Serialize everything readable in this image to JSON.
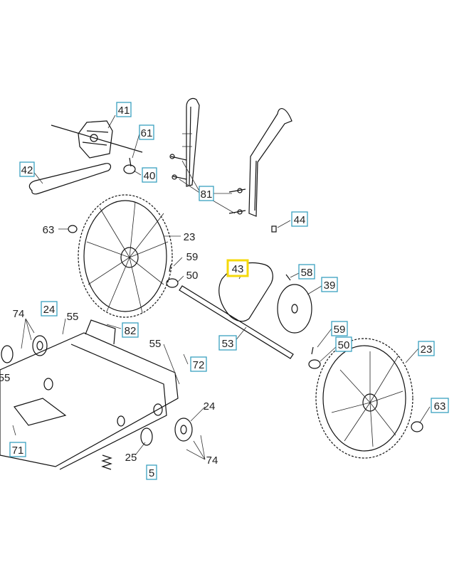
{
  "diagram": {
    "callouts": [
      {
        "id": "c41",
        "label": "41",
        "boxed": true
      },
      {
        "id": "c61",
        "label": "61",
        "boxed": true
      },
      {
        "id": "c42",
        "label": "42",
        "boxed": true
      },
      {
        "id": "c40",
        "label": "40",
        "boxed": true
      },
      {
        "id": "c81",
        "label": "81",
        "boxed": true
      },
      {
        "id": "c44",
        "label": "44",
        "boxed": true
      },
      {
        "id": "c63a",
        "label": "63",
        "boxed": false
      },
      {
        "id": "c23a",
        "label": "23",
        "boxed": false
      },
      {
        "id": "c59a",
        "label": "59",
        "boxed": false
      },
      {
        "id": "c50a",
        "label": "50",
        "boxed": false
      },
      {
        "id": "c43",
        "label": "43",
        "boxed": true,
        "selected": true
      },
      {
        "id": "c58",
        "label": "58",
        "boxed": true
      },
      {
        "id": "c39",
        "label": "39",
        "boxed": true
      },
      {
        "id": "c74a",
        "label": "74",
        "boxed": false
      },
      {
        "id": "c24a",
        "label": "24",
        "boxed": true
      },
      {
        "id": "c55a",
        "label": "55",
        "boxed": false
      },
      {
        "id": "c82",
        "label": "82",
        "boxed": true
      },
      {
        "id": "c53",
        "label": "53",
        "boxed": true
      },
      {
        "id": "c59b",
        "label": "59",
        "boxed": true
      },
      {
        "id": "c55b",
        "label": "55",
        "boxed": false
      },
      {
        "id": "c50b",
        "label": "50",
        "boxed": true
      },
      {
        "id": "c23b",
        "label": "23",
        "boxed": true
      },
      {
        "id": "c72",
        "label": "72",
        "boxed": true
      },
      {
        "id": "c55c",
        "label": "55",
        "boxed": false
      },
      {
        "id": "c24b",
        "label": "24",
        "boxed": false
      },
      {
        "id": "c63b",
        "label": "63",
        "boxed": true
      },
      {
        "id": "c71",
        "label": "71",
        "boxed": true
      },
      {
        "id": "c25",
        "label": "25",
        "boxed": false
      },
      {
        "id": "c74b",
        "label": "74",
        "boxed": false
      },
      {
        "id": "c5",
        "label": "5",
        "boxed": true
      }
    ],
    "colors": {
      "callout_border": "#3aa0c0",
      "selected_border": "#f5d90a",
      "line": "#111111"
    }
  }
}
